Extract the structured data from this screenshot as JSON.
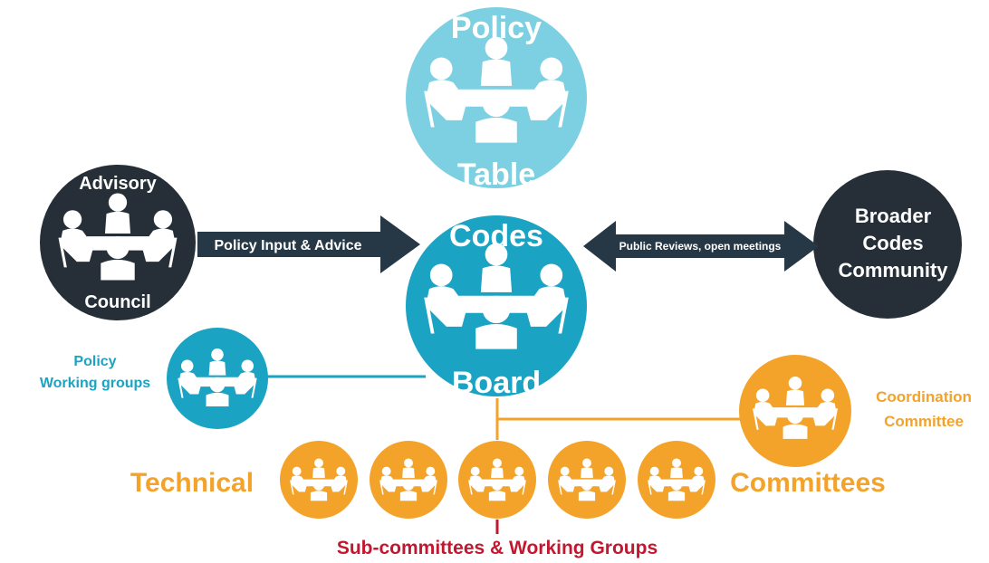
{
  "colors": {
    "light_blue": "#7dd0e2",
    "teal": "#1aa3c3",
    "dark": "#262f38",
    "orange": "#f3a32a",
    "red": "#c2172f",
    "white": "#ffffff",
    "arrow_dark": "#263845"
  },
  "nodes": {
    "policy_table": {
      "top": "Policy",
      "bottom": "Table",
      "icon": "meeting-table-icon"
    },
    "codes_board": {
      "top": "Codes",
      "bottom": "Board",
      "icon": "meeting-table-icon"
    },
    "advisory_council": {
      "top": "Advisory",
      "bottom": "Council",
      "icon": "meeting-table-icon"
    },
    "broader_community": {
      "line1": "Broader",
      "line2": "Codes",
      "line3": "Community"
    },
    "policy_working_groups": {
      "line1": "Policy",
      "line2": "Working groups",
      "icon": "meeting-table-icon"
    },
    "coordination_committee": {
      "line1": "Coordination",
      "line2": "Committee",
      "icon": "meeting-table-icon"
    }
  },
  "arrows": {
    "policy_input": "Policy Input & Advice",
    "public_reviews": "Public Reviews, open meetings"
  },
  "technical_committees": {
    "left_label": "Technical",
    "right_label": "Committees",
    "count": 5,
    "icon": "meeting-table-icon"
  },
  "subcommittees_label": "Sub-committees & Working Groups"
}
